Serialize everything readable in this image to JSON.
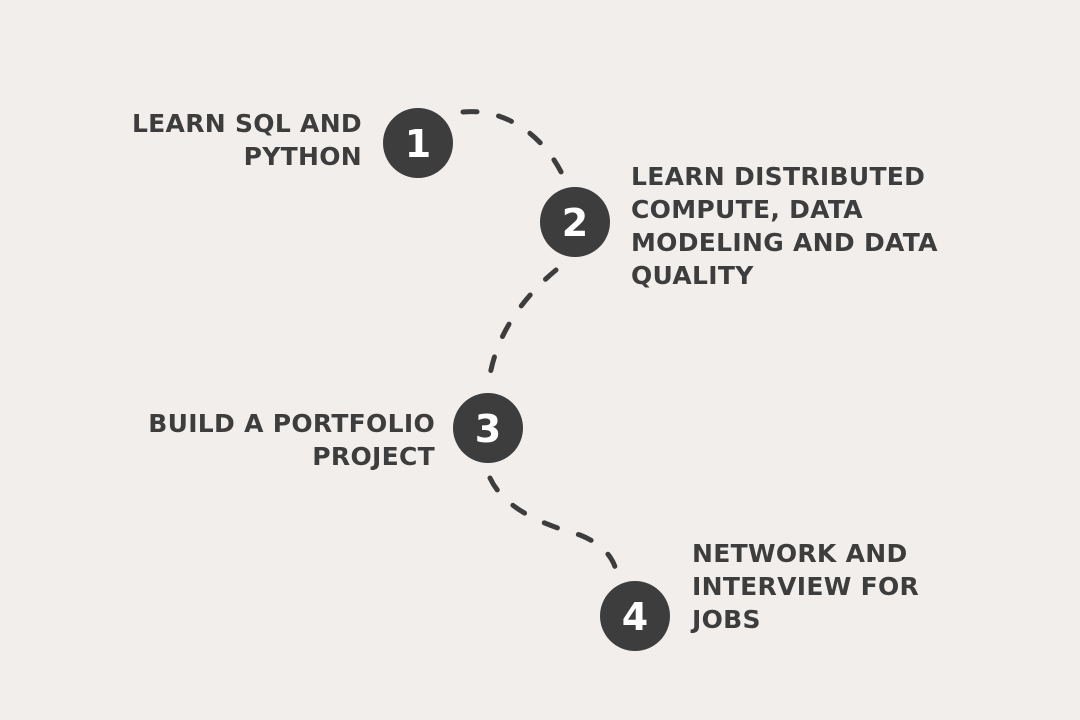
{
  "steps": [
    {
      "number": "1",
      "label": "LEARN SQL AND PYTHON"
    },
    {
      "number": "2",
      "label": "LEARN DISTRIBUTED COMPUTE, DATA MODELING AND DATA QUALITY"
    },
    {
      "number": "3",
      "label": "BUILD A PORTFOLIO PROJECT"
    },
    {
      "number": "4",
      "label": "NETWORK AND INTERVIEW FOR JOBS"
    }
  ],
  "colors": {
    "background": "#f2eeeb",
    "accent": "#3d3d3d",
    "number_text": "#ffffff"
  }
}
